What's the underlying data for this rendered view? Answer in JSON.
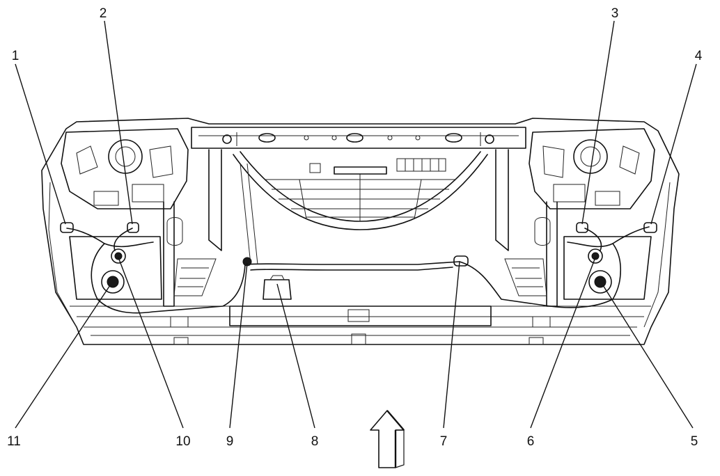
{
  "diagram": {
    "callouts": [
      "1",
      "2",
      "3",
      "4",
      "5",
      "6",
      "7",
      "8",
      "9",
      "10",
      "11"
    ],
    "direction_arrow_icon": "up-arrow-icon"
  }
}
